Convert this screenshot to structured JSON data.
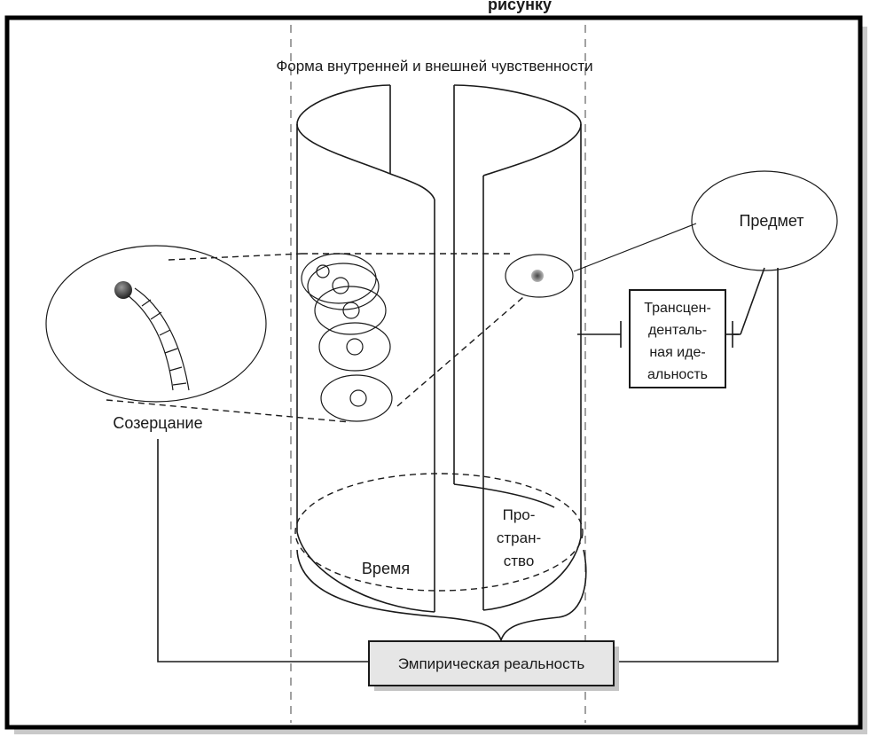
{
  "header_text": "рисунку",
  "title": "Форма внутренней и внешней чувственности",
  "labels": {
    "subject": "Предмет",
    "contemplation": "Созерцание",
    "time": "Время",
    "space_lines": [
      "Про-",
      "стран-",
      "ство"
    ],
    "ideality_lines": [
      "Трансцен-",
      "денталь-",
      "ная иде-",
      "альность"
    ],
    "empirical": "Эмпирическая реальность"
  },
  "colors": {
    "ink": "#1a1a1a",
    "frame": "#000000",
    "shadow": "#c9c9c9"
  }
}
